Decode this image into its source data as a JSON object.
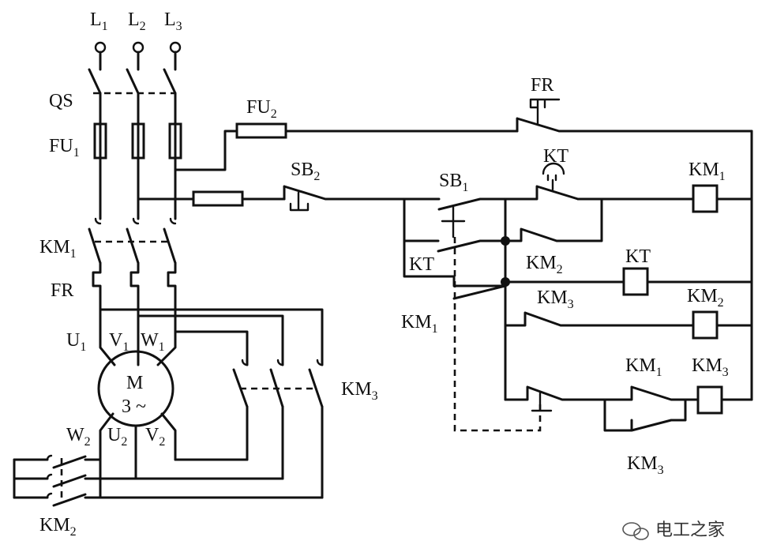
{
  "labels": {
    "L1": [
      "L",
      "1"
    ],
    "L2": [
      "L",
      "2"
    ],
    "L3": [
      "L",
      "3"
    ],
    "QS": [
      "QS",
      ""
    ],
    "FU1": [
      "FU",
      "1"
    ],
    "FU2": [
      "FU",
      "2"
    ],
    "KM1_main": [
      "KM",
      "1"
    ],
    "FR_main": [
      "FR",
      ""
    ],
    "U1": [
      "U",
      "1"
    ],
    "V1": [
      "V",
      "1"
    ],
    "W1": [
      "W",
      "1"
    ],
    "W2": [
      "W",
      "2"
    ],
    "U2": [
      "U",
      "2"
    ],
    "V2": [
      "V",
      "2"
    ],
    "M": [
      "M",
      ""
    ],
    "M3": [
      "3 ~",
      ""
    ],
    "KM3_main": [
      "KM",
      "3"
    ],
    "KM2_main": [
      "KM",
      "2"
    ],
    "FR_ctrl": [
      "FR",
      ""
    ],
    "SB2": [
      "SB",
      "2"
    ],
    "SB1": [
      "SB",
      "1"
    ],
    "KT_top": [
      "KT",
      ""
    ],
    "KM1_coil": [
      "KM",
      "1"
    ],
    "KT_nc": [
      "KT",
      ""
    ],
    "KM2_nc": [
      "KM",
      "2"
    ],
    "KT_coil": [
      "KT",
      ""
    ],
    "KM1_aux": [
      "KM",
      "1"
    ],
    "KM3_nc": [
      "KM",
      "3"
    ],
    "KM2_coil": [
      "KM",
      "2"
    ],
    "KM1_nc": [
      "KM",
      "1"
    ],
    "KM3_coil": [
      "KM",
      "3"
    ],
    "KM3_aux": [
      "KM",
      "3"
    ]
  },
  "watermark": {
    "icon": "wechat-icon",
    "text": "电工之家"
  }
}
